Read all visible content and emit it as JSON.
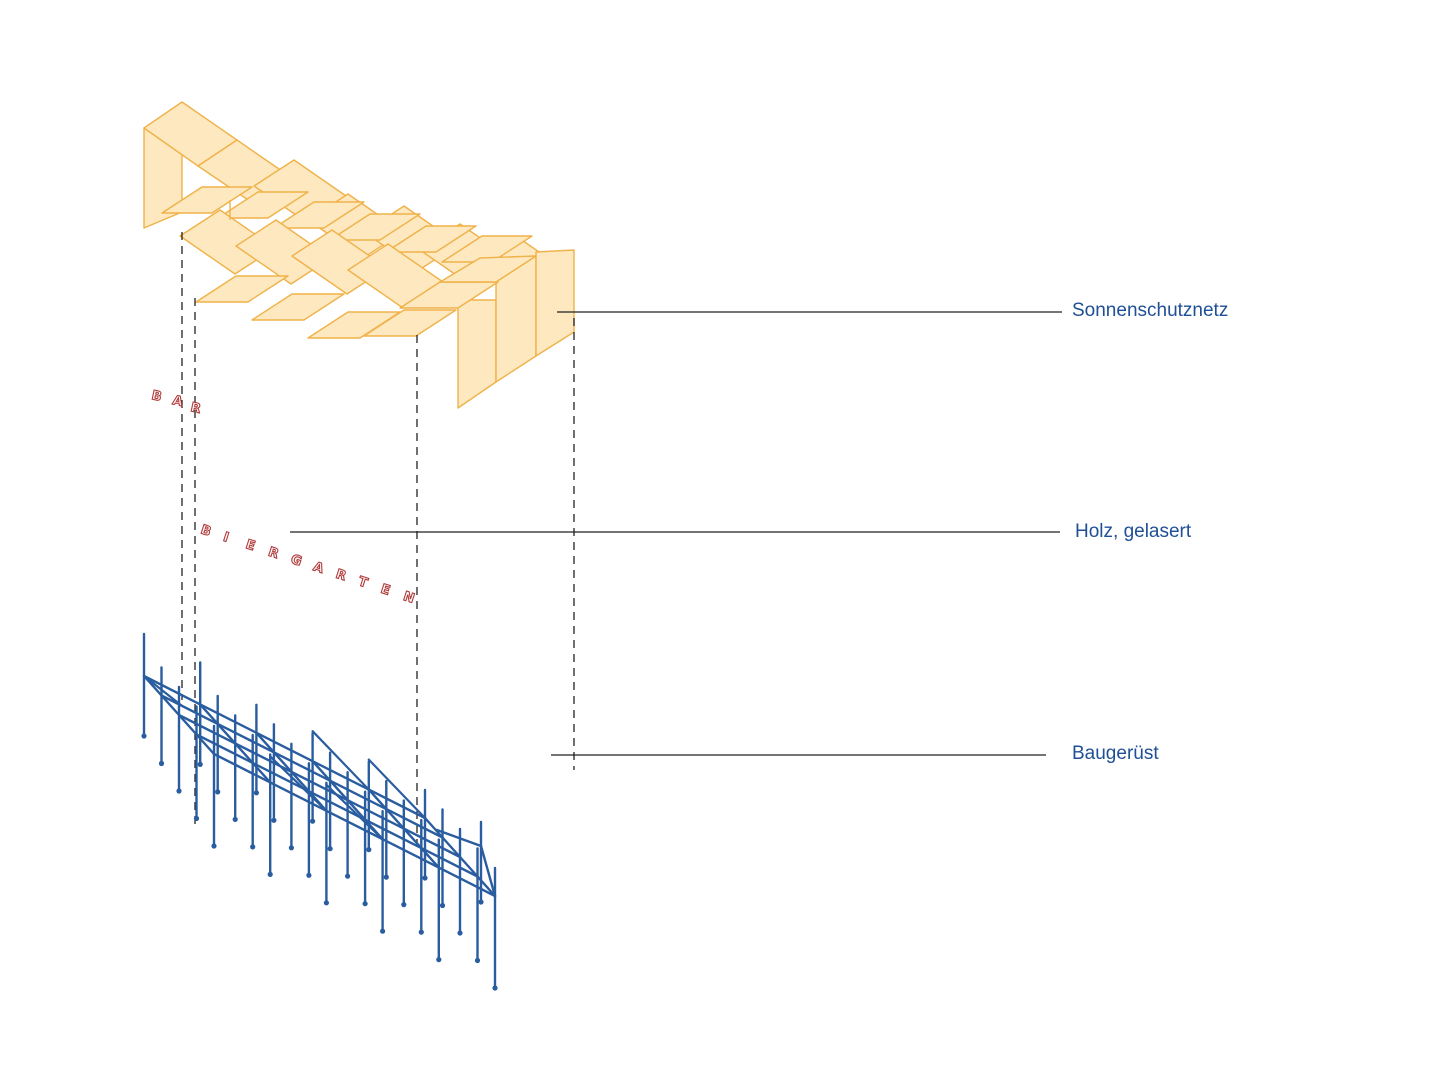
{
  "labels": {
    "shade": "Sonnenschutznetz",
    "wood": "Holz, gelasert",
    "scaffold": "Baugerüst"
  },
  "signs": {
    "bar": [
      "B",
      "A",
      "R"
    ],
    "biergarten": [
      "B",
      "I",
      "E",
      "R",
      "G",
      "A",
      "R",
      "T",
      "E",
      "N"
    ]
  },
  "colors": {
    "shade_fill": "#fde8bf",
    "shade_stroke": "#f0b24a",
    "scaffold": "#2a5d9f",
    "label_text": "#1f4f95",
    "sign_letter": "#b03a3a",
    "leader_line": "#222222"
  }
}
